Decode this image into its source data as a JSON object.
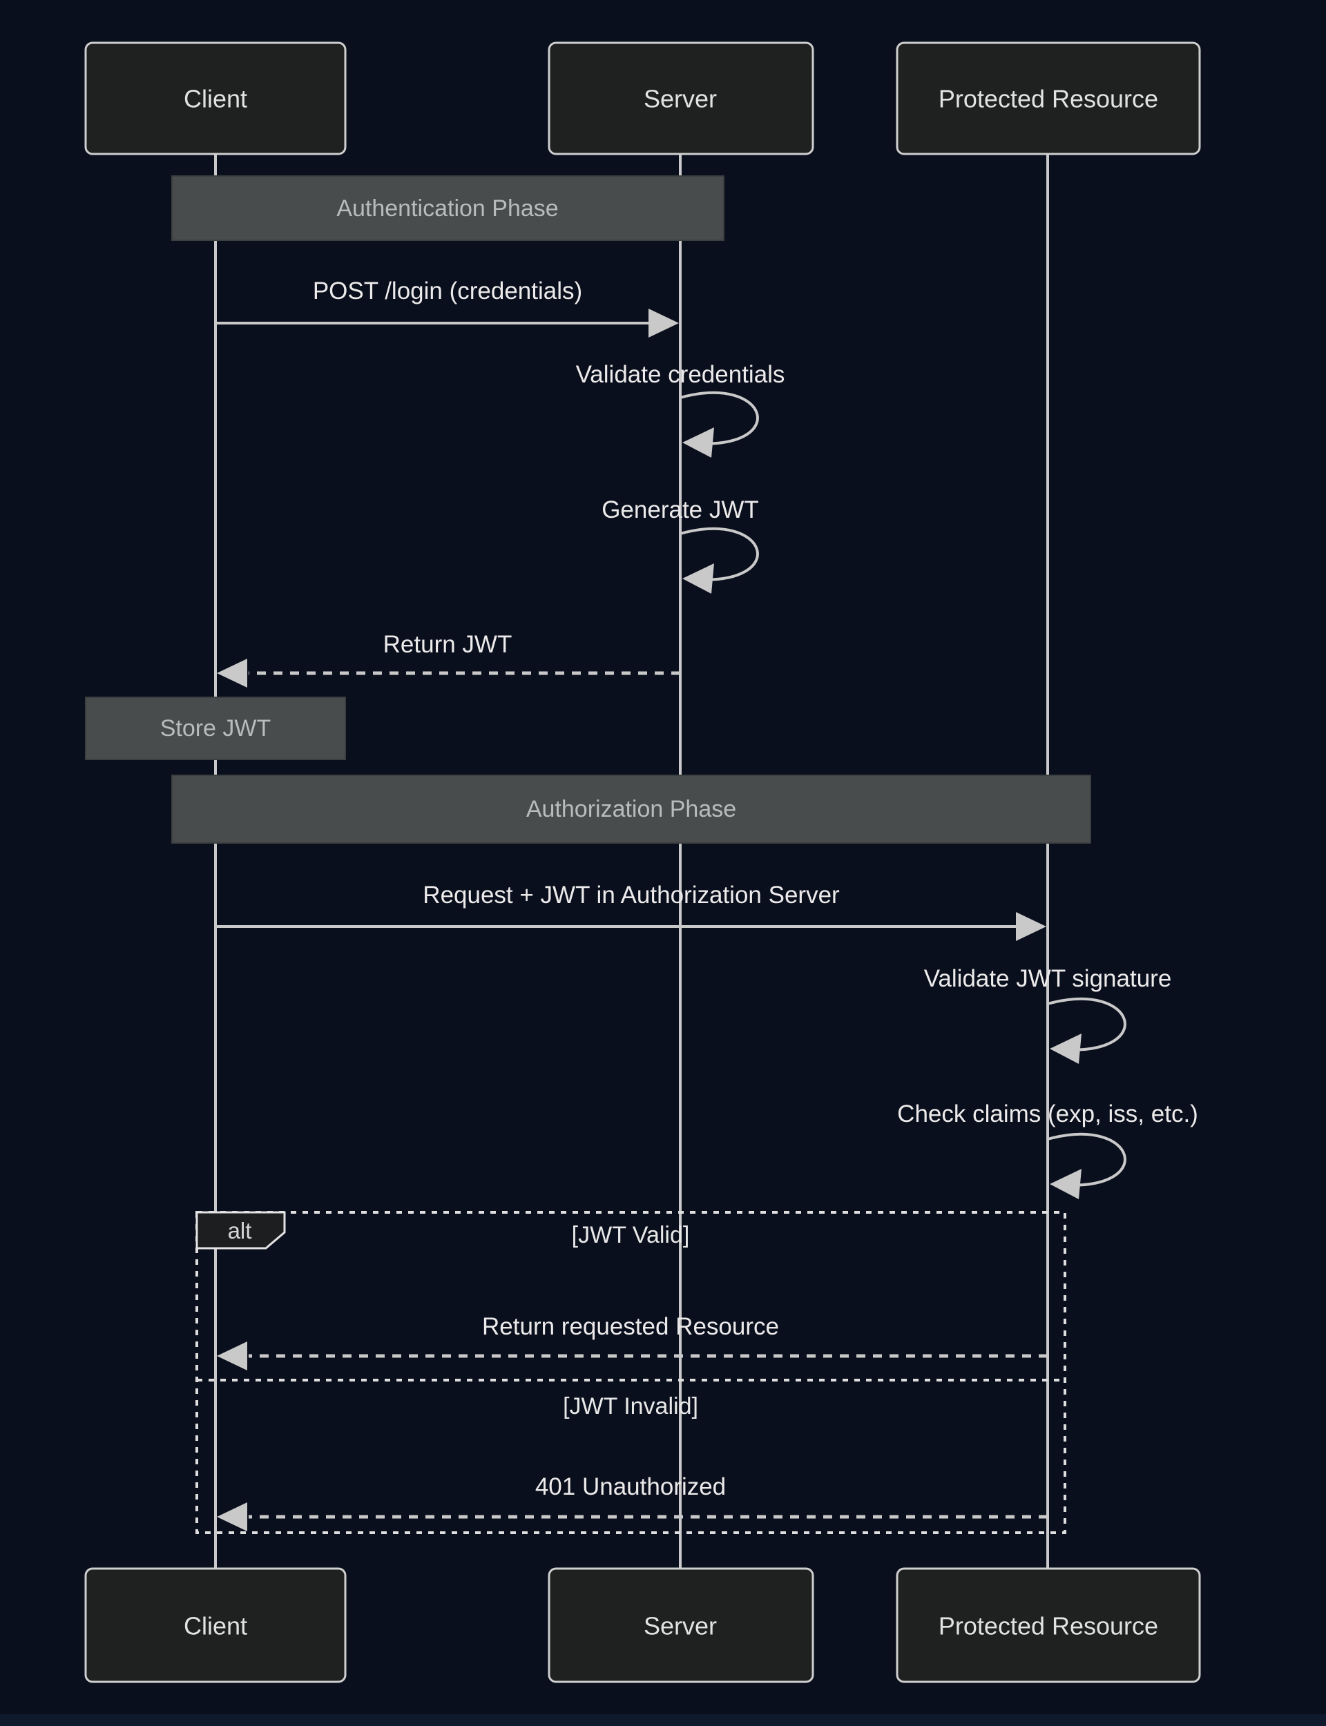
{
  "diagram_type": "sequence-diagram",
  "actors": [
    {
      "id": "client",
      "label": "Client"
    },
    {
      "id": "server",
      "label": "Server"
    },
    {
      "id": "resource",
      "label": "Protected Resource"
    }
  ],
  "notes": [
    {
      "id": "auth-phase",
      "label": "Authentication Phase",
      "over": [
        "client",
        "server"
      ]
    },
    {
      "id": "store-jwt",
      "label": "Store JWT",
      "over": [
        "client"
      ]
    },
    {
      "id": "authz-phase",
      "label": "Authorization Phase",
      "over": [
        "client",
        "resource"
      ]
    }
  ],
  "messages": [
    {
      "id": "post-login",
      "from": "client",
      "to": "server",
      "style": "solid",
      "label": "POST /login (credentials)"
    },
    {
      "id": "validate-creds",
      "from": "server",
      "to": "server",
      "style": "self",
      "label": "Validate credentials"
    },
    {
      "id": "generate-jwt",
      "from": "server",
      "to": "server",
      "style": "self",
      "label": "Generate JWT"
    },
    {
      "id": "return-jwt",
      "from": "server",
      "to": "client",
      "style": "dashed",
      "label": "Return JWT"
    },
    {
      "id": "request-jwt",
      "from": "client",
      "to": "resource",
      "style": "solid",
      "label": "Request + JWT in Authorization Server"
    },
    {
      "id": "validate-signature",
      "from": "resource",
      "to": "resource",
      "style": "self",
      "label": "Validate JWT signature"
    },
    {
      "id": "check-claims",
      "from": "resource",
      "to": "resource",
      "style": "self",
      "label": "Check claims (exp, iss, etc.)"
    },
    {
      "id": "return-resource",
      "from": "resource",
      "to": "client",
      "style": "dashed",
      "label": "Return requested Resource"
    },
    {
      "id": "unauthorized",
      "from": "resource",
      "to": "client",
      "style": "dashed",
      "label": "401 Unauthorized"
    }
  ],
  "alt_frame": {
    "label": "alt",
    "conditions": [
      "[JWT Valid]",
      "[JWT Invalid]"
    ]
  },
  "colors": {
    "background": "#0a0f1d",
    "actor_fill": "#1f2020",
    "actor_border": "#cfcfcf",
    "note_fill": "#494c4c",
    "line": "#c9c9c9",
    "frame_border": "#dedede",
    "text_primary": "#eceaea",
    "text_note": "#b9bcbc"
  }
}
